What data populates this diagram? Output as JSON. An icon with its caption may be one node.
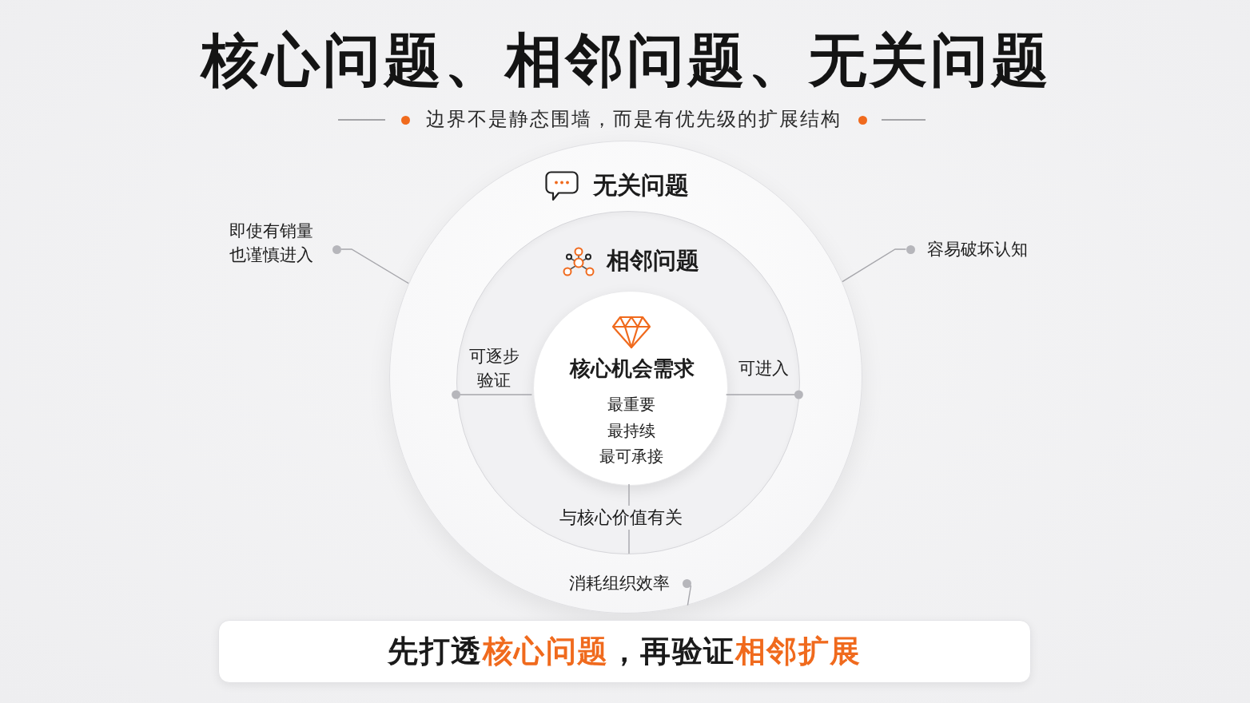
{
  "diagram": {
    "title": "核心问题、相邻问题、无关问题",
    "nodes": [
      {
        "text": [
          "无关问题"
        ]
      },
      {
        "text": [
          "相邻问题"
        ],
        "in": 0
      },
      {
        "text": [
          "核心机会需求",
          "最重要",
          "最持续",
          "最可承接"
        ],
        "in": 1
      },
      {
        "text": [
          "即使有销量也谨慎进入"
        ]
      },
      {
        "text": [
          "容易破坏认知"
        ]
      },
      {
        "text": [
          "消耗组织效率"
        ],
        "in": 0
      },
      {
        "text": [
          "先打透**核心问题**，再验证**相邻扩展**"
        ]
      }
    ],
    "edges": [
      {
        "from": 3,
        "to": 0,
        "arrow": "none"
      },
      {
        "from": 4,
        "to": 0,
        "arrow": "none"
      },
      {
        "from": 5,
        "to": 0,
        "arrow": "none"
      },
      {
        "from": 2,
        "to": 1,
        "arrow": "other",
        "label": "可逐步验证"
      },
      {
        "from": 2,
        "to": 1,
        "arrow": "other",
        "label": "可进入"
      },
      {
        "from": 2,
        "to": 1,
        "arrow": "none",
        "label": "与核心价值有关"
      }
    ],
    "labels": [
      "边界不是静态围墙，而是有优先级的扩展结构"
    ]
  }
}
